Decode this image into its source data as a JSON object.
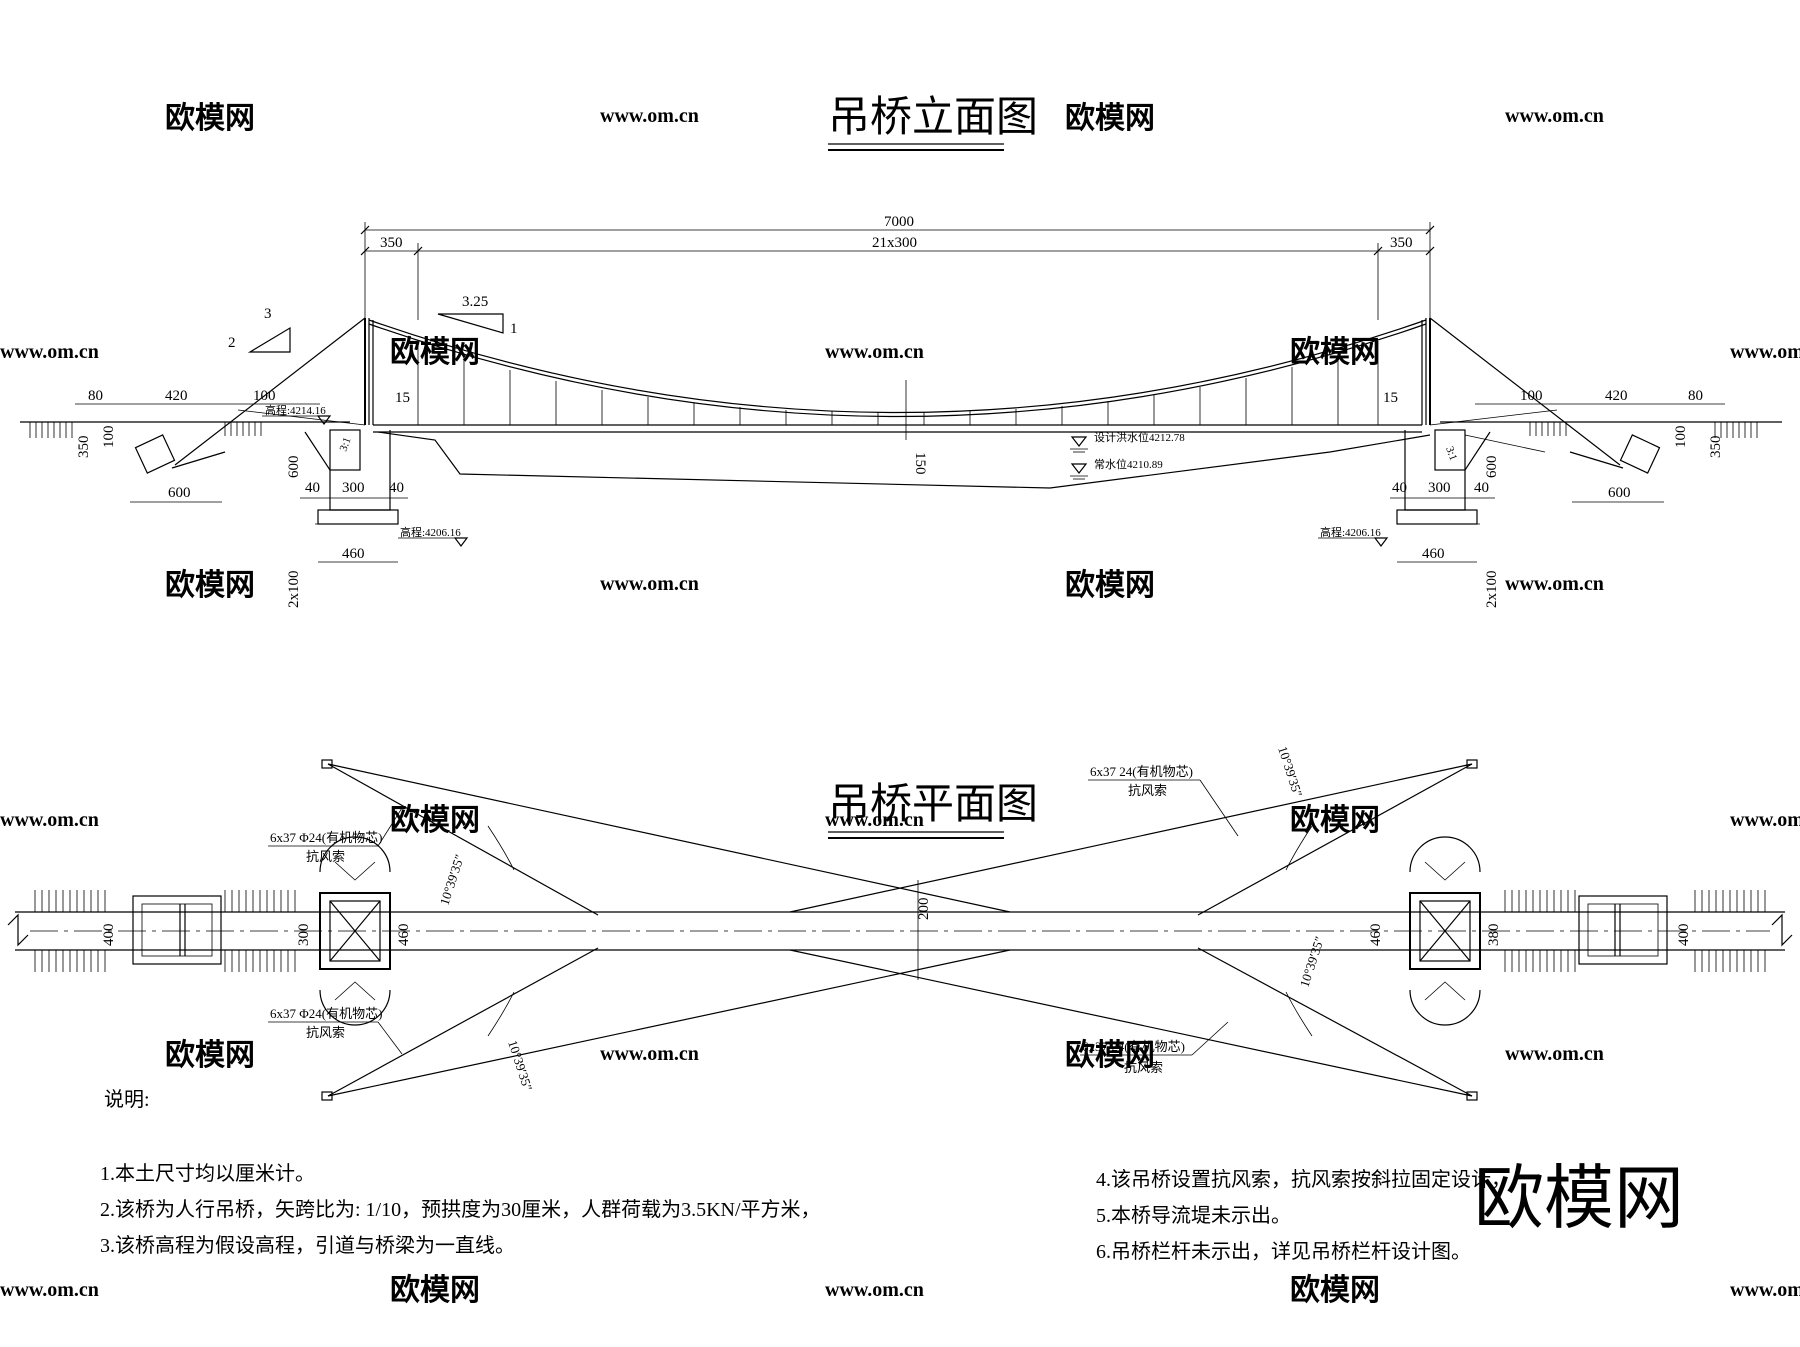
{
  "elevation": {
    "title": "吊桥立面图",
    "dims": {
      "total": "7000",
      "spans": "21x300",
      "end_left": "350",
      "end_right": "350",
      "slope_left_top": "3",
      "slope_left_side": "2",
      "slope_mid_top": "3.25",
      "slope_mid_side": "1",
      "sag": "150",
      "d80": "80",
      "d420": "420",
      "d100": "100",
      "d15": "15",
      "d350": "350",
      "d600": "600",
      "d40": "40",
      "d300": "300",
      "d460": "460",
      "d2x100": "2x100",
      "slope_abut": "3:1"
    },
    "elevation_top": "高程:4214.16",
    "elevation_bottom": "高程:4206.16",
    "flood_level": "设计洪水位4212.78",
    "normal_level": "常水位4210.89"
  },
  "plan": {
    "title": "吊桥平面图",
    "width_400": "400",
    "width_300": "300",
    "width_460": "460",
    "width_200": "200",
    "width_380": "380",
    "angle": "10°39′35″",
    "cable_spec_a": "6x37 Φ24(有机物芯)",
    "cable_spec_b": "6x37 24(有机物芯)",
    "cable_name": "抗风索"
  },
  "notes": {
    "heading": "说明:",
    "items": [
      "1.本土尺寸均以厘米计。",
      "2.该桥为人行吊桥，矢跨比为: 1/10，预拱度为30厘米，人群荷载为3.5KN/平方米，",
      "3.该桥高程为假设高程，引道与桥梁为一直线。",
      "4.该吊桥设置抗风索，抗风索按斜拉固定设计，",
      "5.本桥导流堤未示出。",
      "6.吊桥栏杆未示出，详见吊桥栏杆设计图。"
    ]
  },
  "watermark": {
    "brand": "欧模网",
    "url": "www.om.cn"
  }
}
